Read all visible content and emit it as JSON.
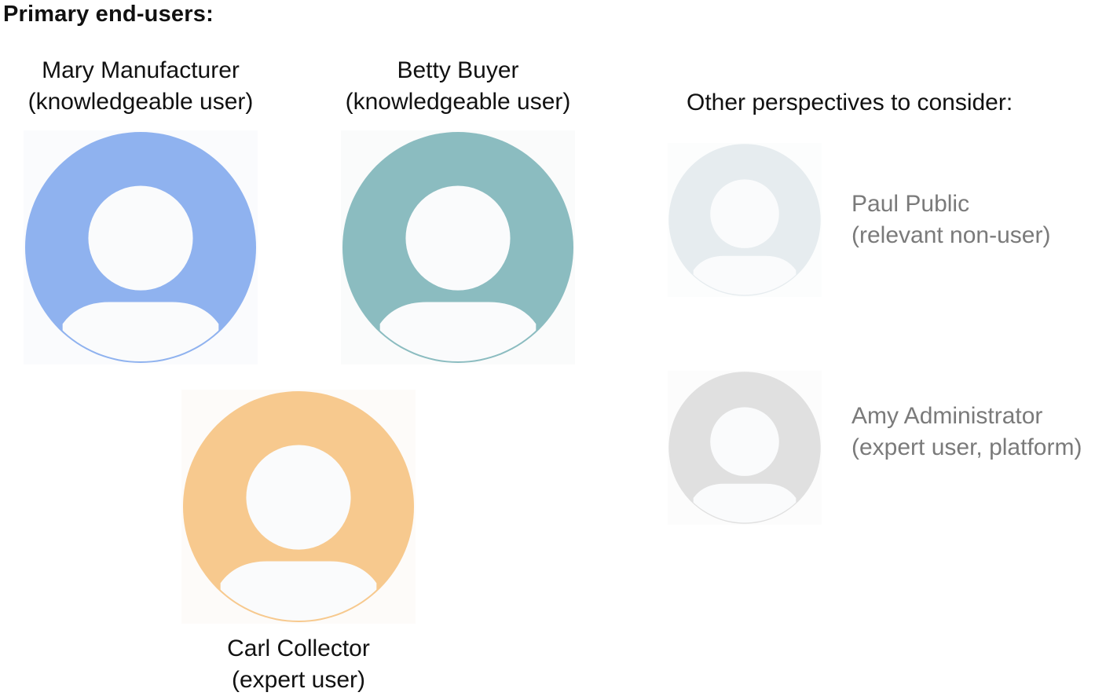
{
  "heading": "Primary end-users:",
  "other_title": "Other perspectives to consider:",
  "primary_users": [
    {
      "name": "Mary Manufacturer",
      "role": "(knowledgeable user)",
      "color": "#8fb2ef",
      "icon": "user-avatar-icon"
    },
    {
      "name": "Betty Buyer",
      "role": "(knowledgeable user)",
      "color": "#8bbcc0",
      "icon": "user-avatar-icon"
    },
    {
      "name": "Carl Collector",
      "role": "(expert user)",
      "color": "#f7c98e",
      "icon": "user-avatar-icon"
    }
  ],
  "other_users": [
    {
      "name": "Paul Public",
      "role": "(relevant non-user)",
      "color": "#e6ecef",
      "icon": "user-avatar-icon"
    },
    {
      "name": "Amy Administrator",
      "role": "(expert user, platform)",
      "color": "#e0e0e0",
      "icon": "user-avatar-icon"
    }
  ]
}
